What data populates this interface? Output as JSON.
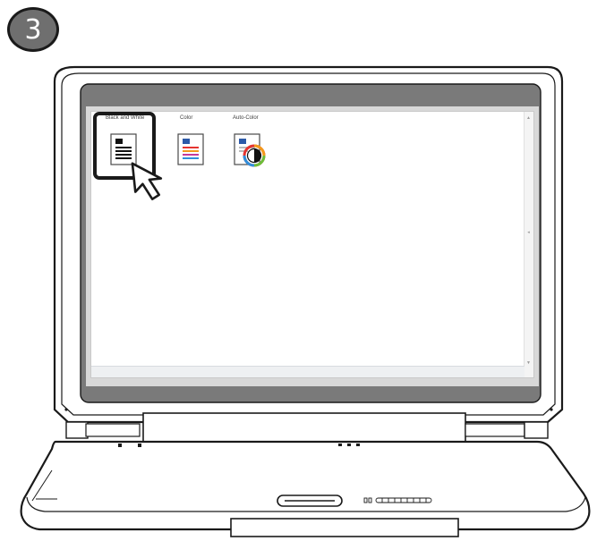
{
  "step": {
    "number": "3"
  },
  "print_modes": [
    {
      "label": "Black and White",
      "icon": "black-white-document-icon",
      "selected": true
    },
    {
      "label": "Color",
      "icon": "color-document-icon",
      "selected": false
    },
    {
      "label": "Auto-Color",
      "icon": "auto-color-document-icon",
      "selected": false
    }
  ],
  "colors": {
    "bezel": "#7a7a7a",
    "bezel_inner": "#d8d8d8",
    "outline": "#1a1a1a",
    "selection": "#1a1a1a",
    "color_lines": [
      "#e5342f",
      "#f39a1c",
      "#6cbf3a",
      "#2f8fdc",
      "#c43a9a"
    ],
    "doc_header_blue": "#2d5aa8"
  },
  "icons": [
    "mouse-pointer-icon",
    "step-number-badge",
    "laptop-illustration"
  ]
}
